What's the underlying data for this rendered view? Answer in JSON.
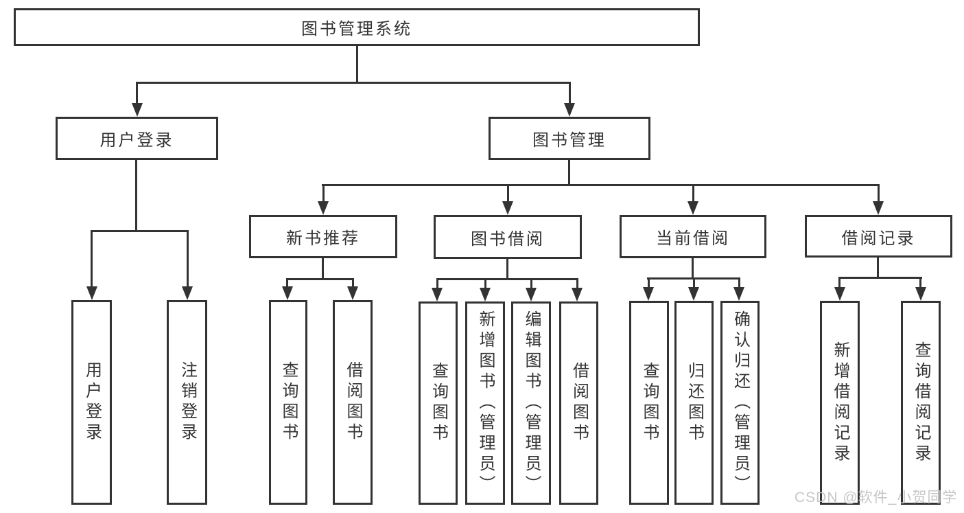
{
  "diagram": {
    "type": "hierarchy-tree",
    "title": "图书管理系统",
    "watermark": "CSDN @软件_小贺同学"
  },
  "colors": {
    "line": "#333333",
    "text": "#333333",
    "background": "#ffffff",
    "watermark": "#c6c6c6"
  },
  "nodes": {
    "root": {
      "label": "图书管理系统"
    },
    "level2": [
      {
        "label": "用户登录"
      },
      {
        "label": "图书管理"
      }
    ],
    "level3": [
      {
        "label": "新书推荐"
      },
      {
        "label": "图书借阅"
      },
      {
        "label": "当前借阅"
      },
      {
        "label": "借阅记录"
      }
    ],
    "leaves": {
      "user_login": [
        {
          "label": "用户登录"
        },
        {
          "label": "注销登录"
        }
      ],
      "new_book": [
        {
          "label": "查询图书"
        },
        {
          "label": "借阅图书"
        }
      ],
      "book_borrow": [
        {
          "label": "查询图书"
        },
        {
          "label": "新增图书（管理员）"
        },
        {
          "label": "编辑图书（管理员）"
        },
        {
          "label": "借阅图书"
        }
      ],
      "current_borrow": [
        {
          "label": "查询图书"
        },
        {
          "label": "归还图书"
        },
        {
          "label": "确认归还（管理员）"
        }
      ],
      "borrow_records": [
        {
          "label": "新增借阅记录"
        },
        {
          "label": "查询借阅记录"
        }
      ]
    }
  }
}
